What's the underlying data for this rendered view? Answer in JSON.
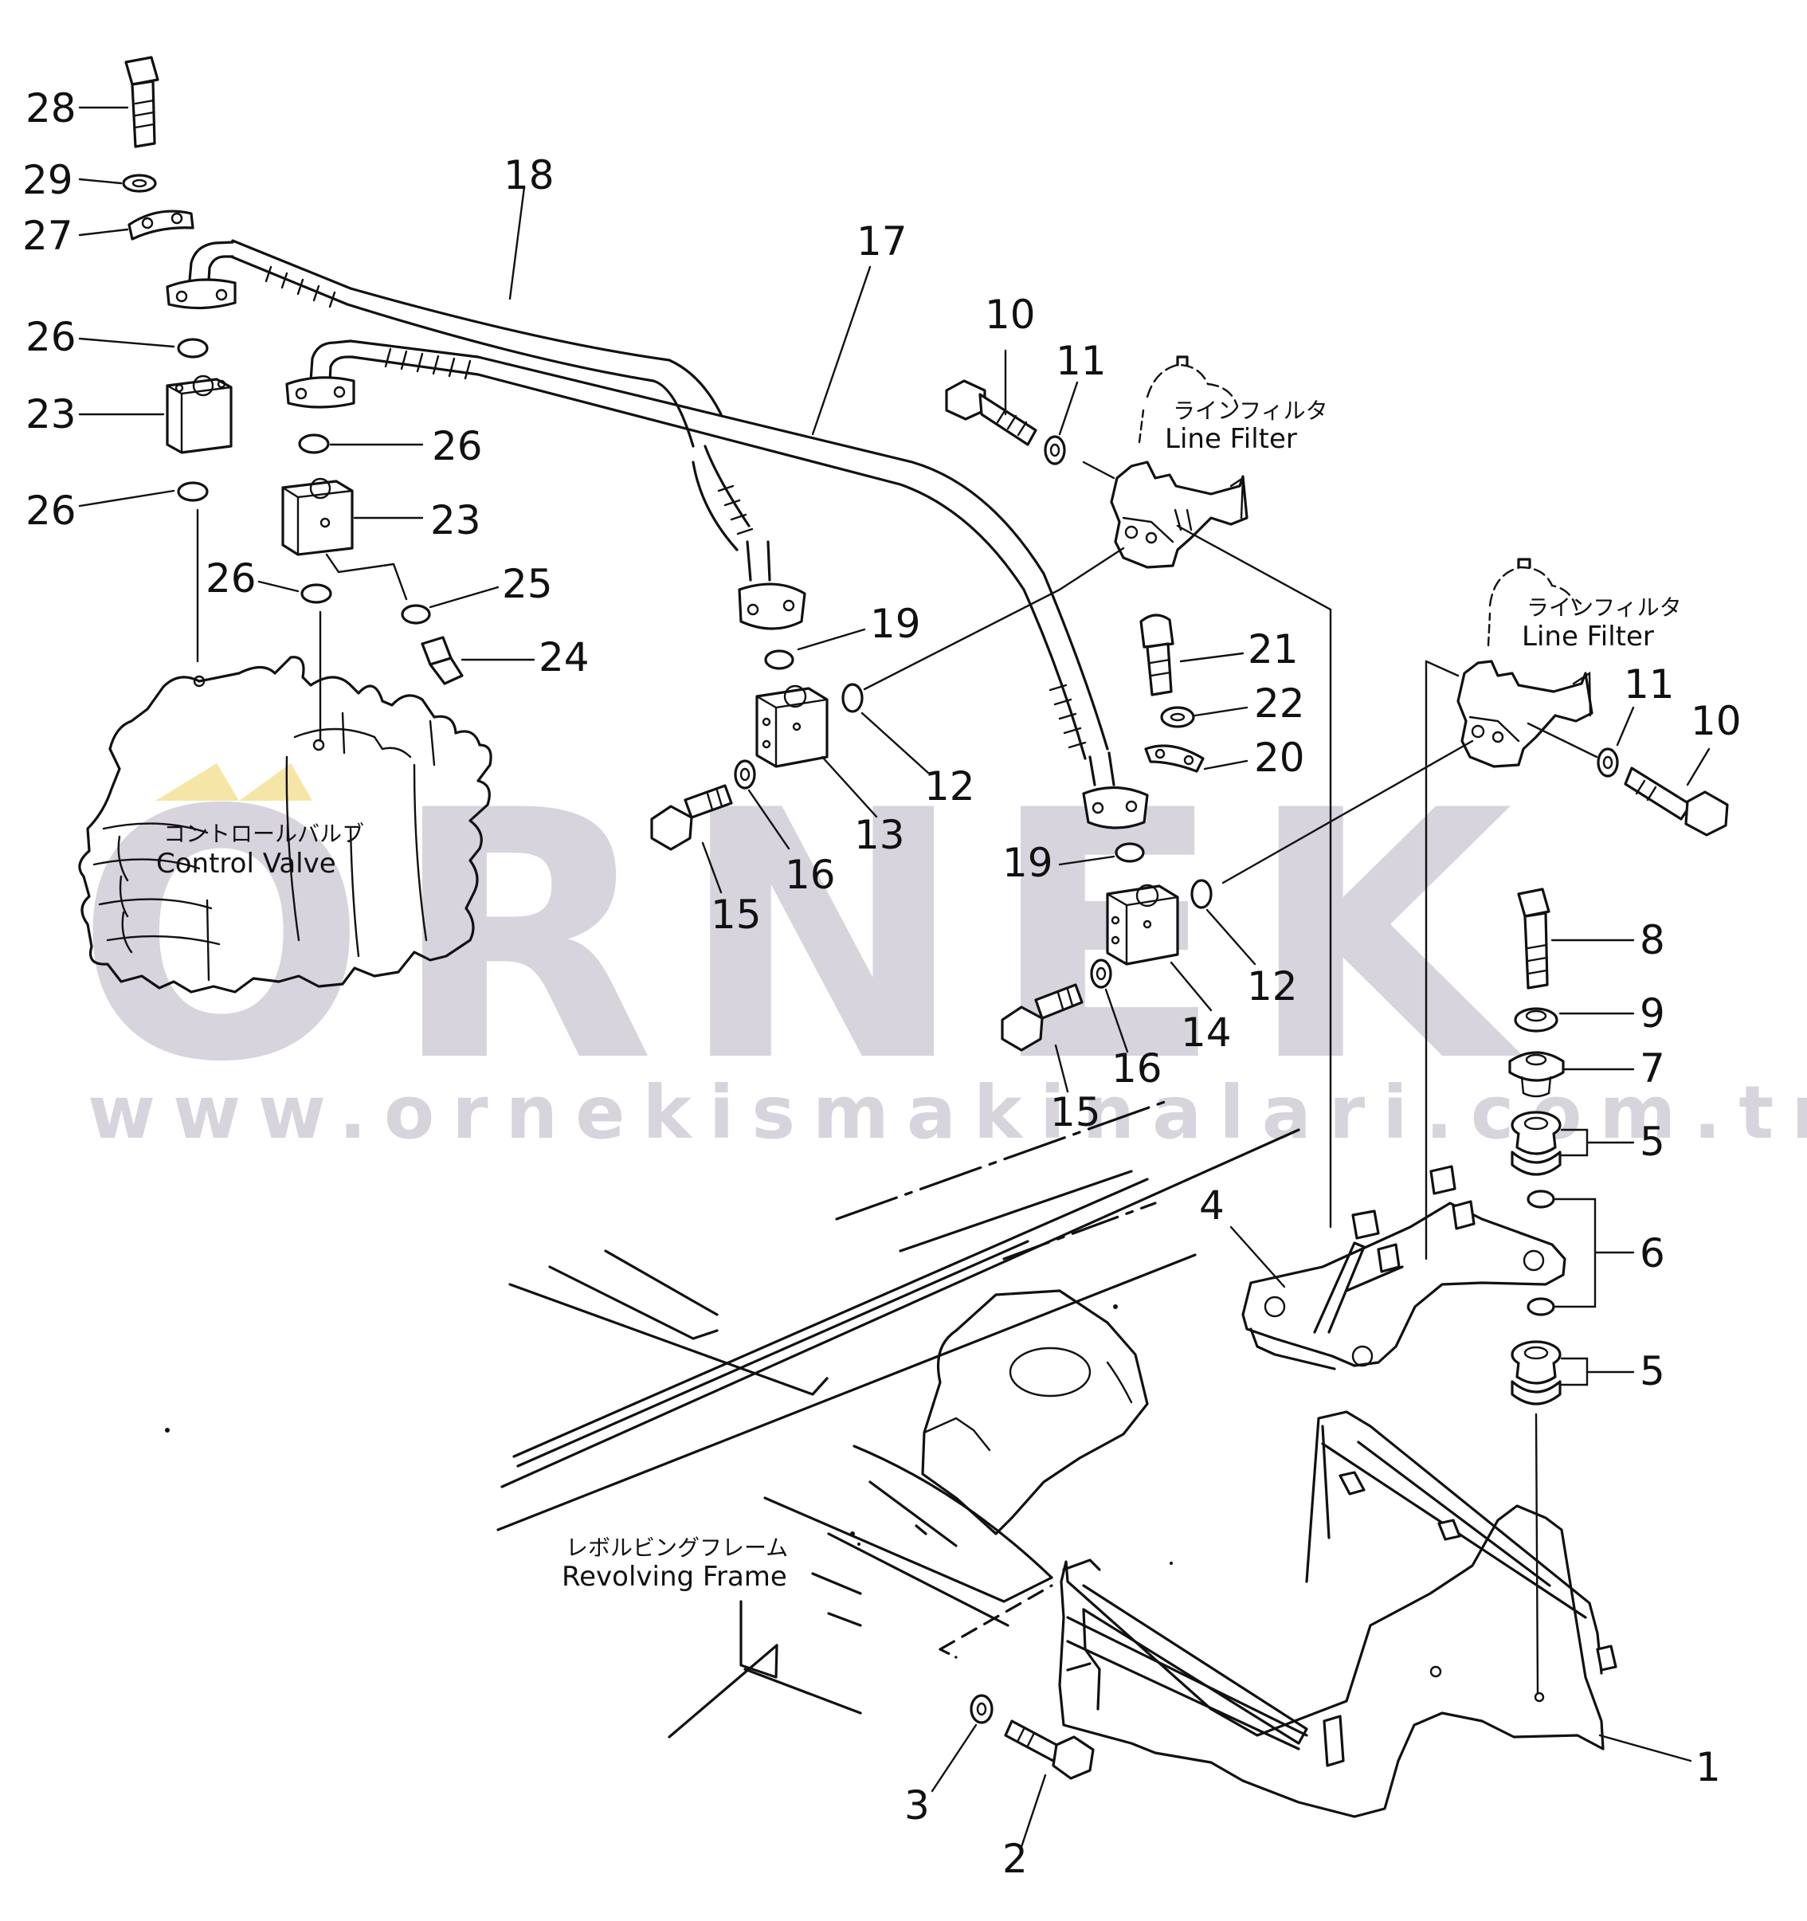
{
  "watermark": {
    "brand": "ORNEK",
    "url": "www.ornekismakinalari.com.tr",
    "color": "#d7d4de",
    "accent": "#f5e6a8"
  },
  "labels": {
    "line_filter_1_jp": "ラインフィルタ",
    "line_filter_1_en": "Line  Filter",
    "line_filter_2_jp": "ラインフィルタ",
    "line_filter_2_en": "Line  Filter",
    "control_valve_jp": "コントロールバルブ",
    "control_valve_en": "Control  Valve",
    "revolving_frame_jp": "レボルビングフレーム",
    "revolving_frame_en": "Revolving  Frame"
  },
  "callouts": {
    "p28": "28",
    "p29": "29",
    "p27": "27",
    "p18": "18",
    "p17": "17",
    "p26a": "26",
    "p23a": "23",
    "p26b": "26",
    "p26c": "26",
    "p23b": "23",
    "p26d": "26",
    "p25": "25",
    "p24": "24",
    "p10a": "10",
    "p11a": "11",
    "p19a": "19",
    "p12a": "12",
    "p13": "13",
    "p16a": "16",
    "p15a": "15",
    "p21": "21",
    "p22": "22",
    "p20": "20",
    "p19b": "19",
    "p12b": "12",
    "p14": "14",
    "p16b": "16",
    "p15b": "15",
    "p11b": "11",
    "p10b": "10",
    "p8": "8",
    "p9": "9",
    "p7": "7",
    "p5a": "5",
    "p6": "6",
    "p5b": "5",
    "p4": "4",
    "p1": "1",
    "p2": "2",
    "p3": "3"
  }
}
